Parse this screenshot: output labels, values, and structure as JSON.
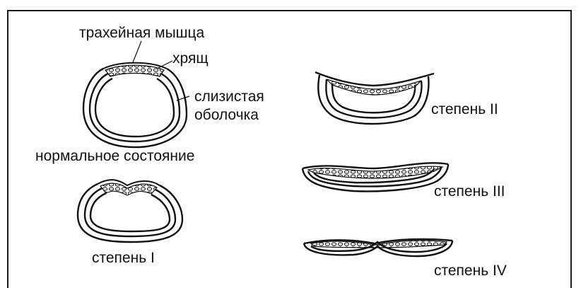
{
  "labels": {
    "tracheal_muscle": "трахейная мышца",
    "cartilage": "хрящ",
    "mucosa": "слизистая\nоболочка",
    "normal_state": "нормальное состояние",
    "degree_1": "степень I",
    "degree_2": "степень II",
    "degree_3": "степень III",
    "degree_4": "степень IV"
  },
  "colors": {
    "ink": "#111111",
    "background": "#ffffff"
  }
}
